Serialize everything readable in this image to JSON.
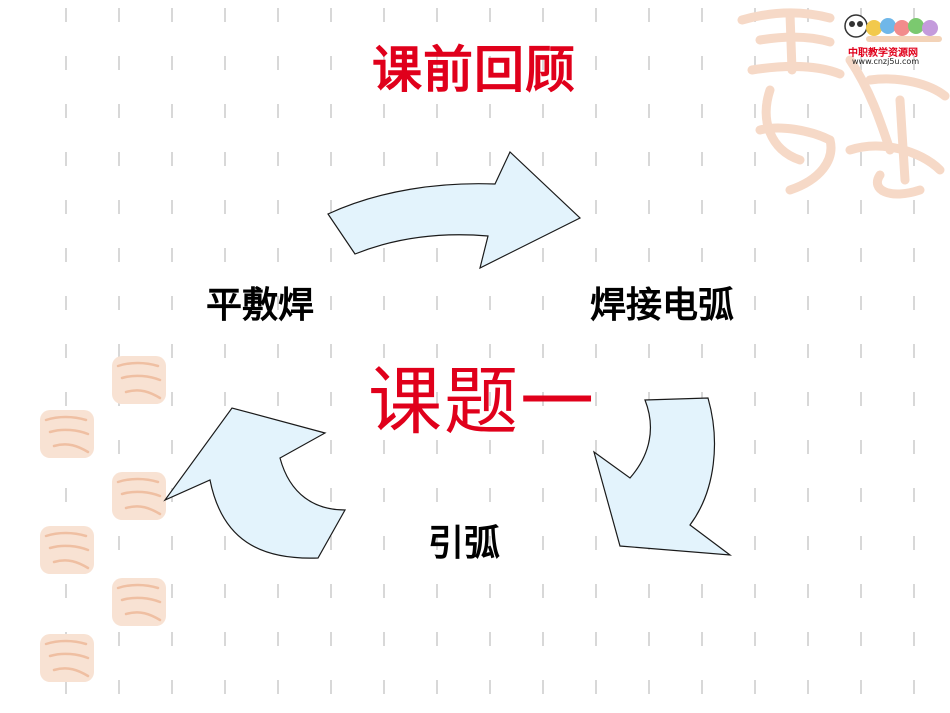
{
  "slide": {
    "title": "课前回顾",
    "center": "课题一",
    "labels": {
      "left": "平敷焊",
      "right": "焊接电弧",
      "bottom": "引弧"
    }
  },
  "logo": {
    "name": "中职教学资源网",
    "url_text": "www.cnzj5u.com"
  },
  "colors": {
    "title": "#e0001b",
    "arrow_fill": "#e3f3fc",
    "arrow_stroke": "#1a1a1a",
    "watermark": "#f6d9c7",
    "dash": "#d8d8d8"
  }
}
